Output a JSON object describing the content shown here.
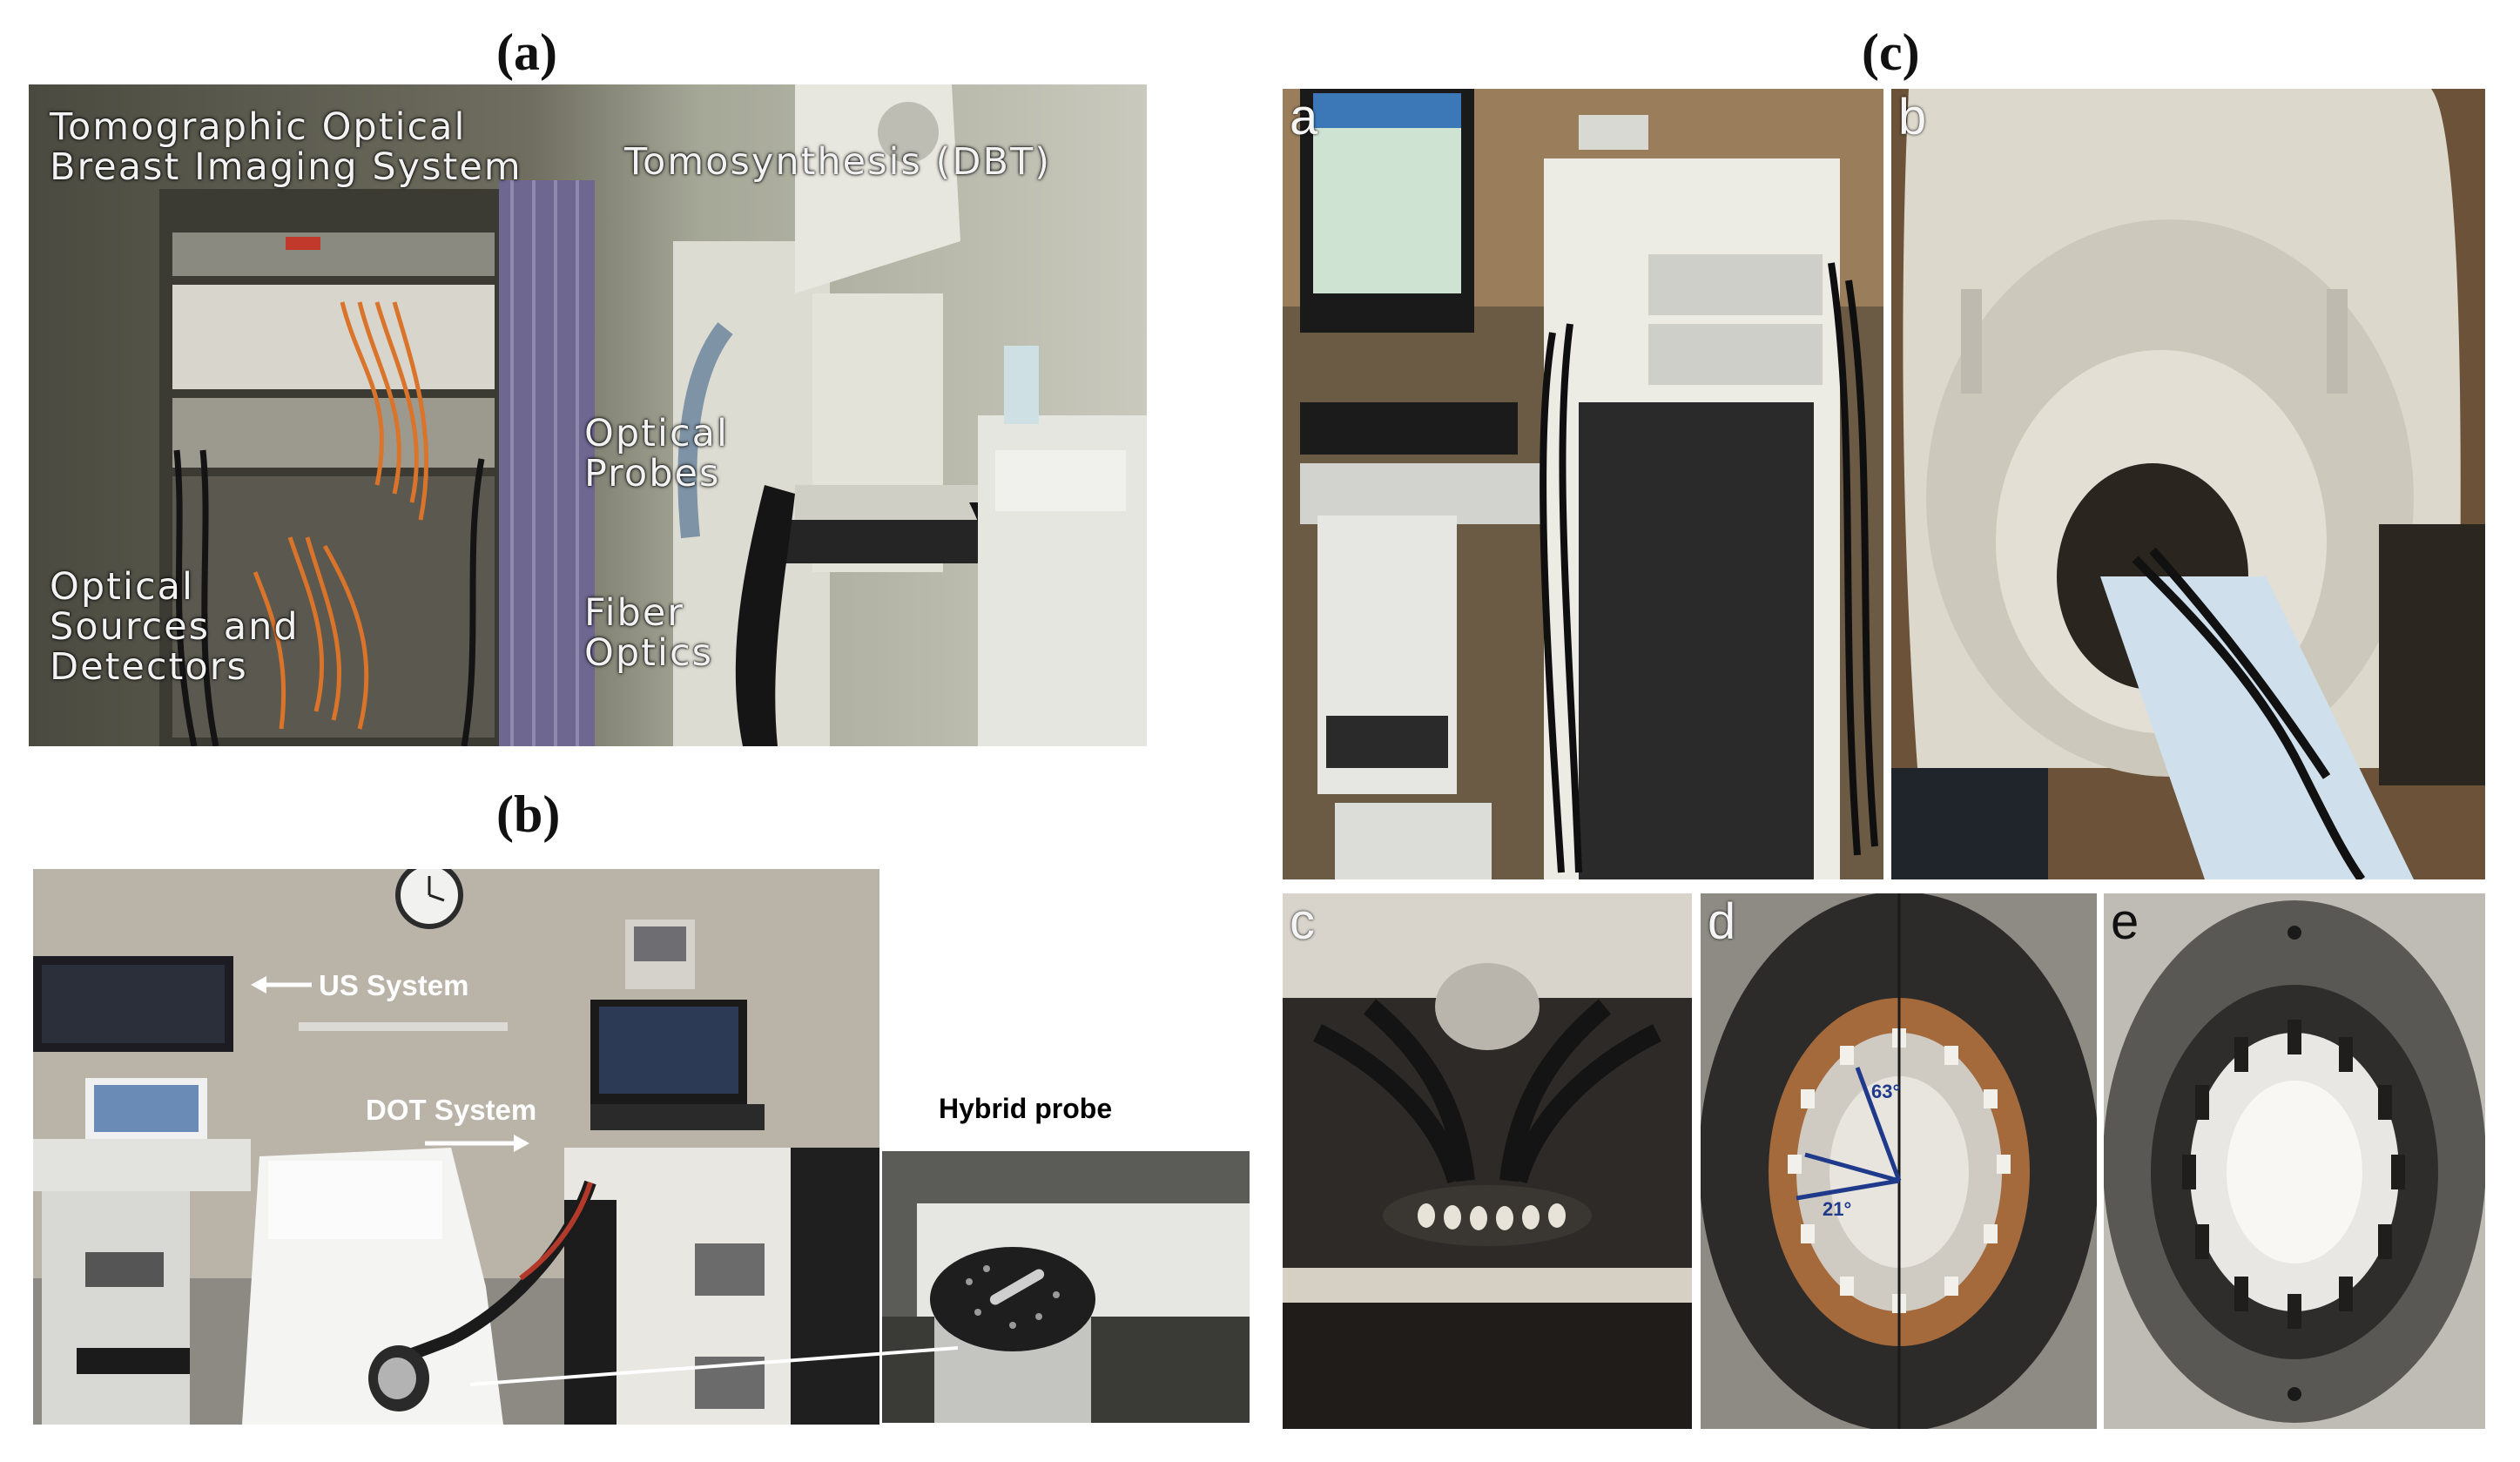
{
  "panels": {
    "a": {
      "letter": "(a)",
      "labels": {
        "imaging_system": [
          "Tomographic Optical",
          "Breast Imaging System"
        ],
        "tomosynthesis": "Tomosynthesis (DBT)",
        "optical_probes": [
          "Optical",
          "Probes"
        ],
        "sources_detectors": [
          "Optical",
          "Sources and",
          "Detectors"
        ],
        "fiber_optics": [
          "Fiber",
          "Optics"
        ]
      }
    },
    "b": {
      "letter": "(b)",
      "labels": {
        "us_system": "US System",
        "dot_system": "DOT System",
        "hybrid_probe": "Hybrid probe"
      }
    },
    "c": {
      "letter": "(c)",
      "sublabels": [
        "a",
        "b",
        "c",
        "d",
        "e"
      ],
      "angles": [
        "63°",
        "21°"
      ]
    }
  },
  "colors": {
    "fiber_orange": "#d9742a",
    "label_text": "#f2f2f2",
    "background": "#ffffff"
  }
}
